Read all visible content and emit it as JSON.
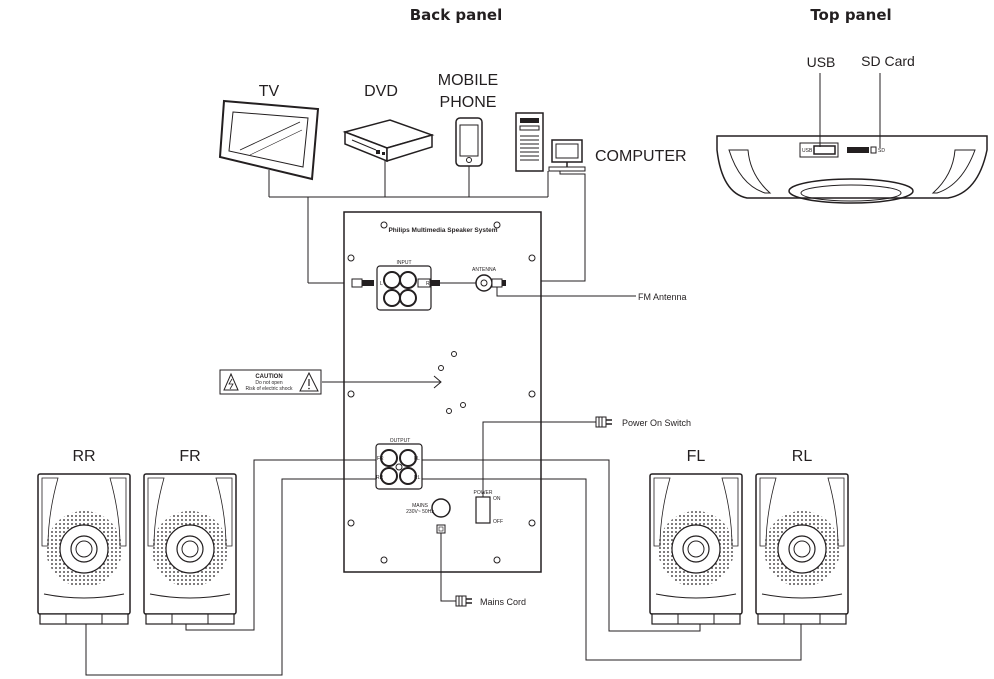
{
  "headers": {
    "back_panel": "Back panel",
    "top_panel": "Top panel"
  },
  "devices": {
    "tv": "TV",
    "dvd": "DVD",
    "mobile_line1": "MOBILE",
    "mobile_line2": "PHONE",
    "computer": "COMPUTER"
  },
  "top_panel": {
    "usb": "USB",
    "sd_card": "SD Card",
    "usb_slot_text": "USB",
    "sd_slot_text": "SD"
  },
  "panel": {
    "title": "Philips Multimedia Speaker System",
    "input": "INPUT",
    "antenna": "ANTENNA",
    "output": "OUTPUT",
    "mains": "MAINS",
    "mains_spec": "230V~ 50Hz",
    "power": "POWER",
    "on": "ON",
    "off": "OFF",
    "in_l": "L",
    "in_r": "R",
    "out_fr": "FR",
    "out_fl": "FL",
    "out_rr": "RR",
    "out_rl": "RL"
  },
  "caution": {
    "title": "CAUTION",
    "line1": "Do not open",
    "line2": "Risk of electric shock"
  },
  "callouts": {
    "fm_antenna": "FM Antenna",
    "power_on_switch": "Power On Switch",
    "mains_cord": "Mains Cord"
  },
  "speakers": {
    "rr": "RR",
    "fr": "FR",
    "fl": "FL",
    "rl": "RL"
  }
}
